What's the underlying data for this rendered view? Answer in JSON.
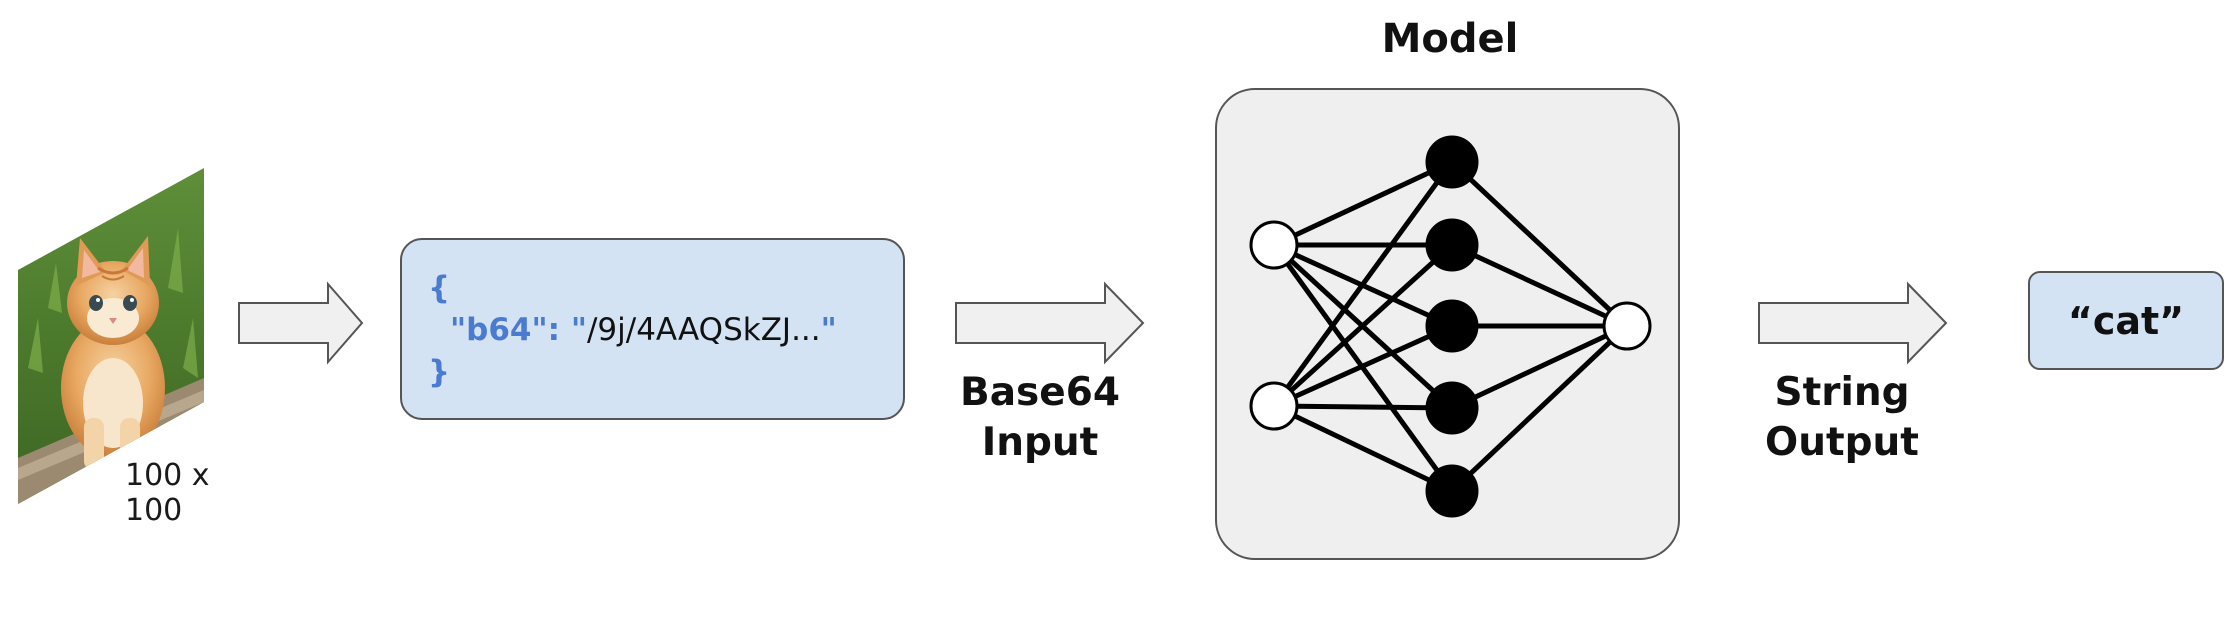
{
  "input_image": {
    "subject": "kitten",
    "size_label": "100 x 100"
  },
  "json_box": {
    "open_brace": "{",
    "key": "\"b64\":",
    "value_quote_open": "\"",
    "value": "/9j/4AAQSkZJ...",
    "value_quote_close": "\"",
    "close_brace": "}"
  },
  "labels": {
    "input_line1": "Base64",
    "input_line2": "Input",
    "model_title": "Model",
    "output_line1": "String",
    "output_line2": "Output"
  },
  "output_box": {
    "value": "“cat”"
  },
  "network": {
    "layers": [
      2,
      5,
      1
    ],
    "input_node_color": "#ffffff",
    "hidden_node_color": "#000000",
    "output_node_color": "#ffffff"
  },
  "colors": {
    "box_blue": "#d4e3f3",
    "json_blue": "#4a7bd0",
    "model_bg": "#efefef",
    "arrow_fill": "#f0f0f0"
  }
}
